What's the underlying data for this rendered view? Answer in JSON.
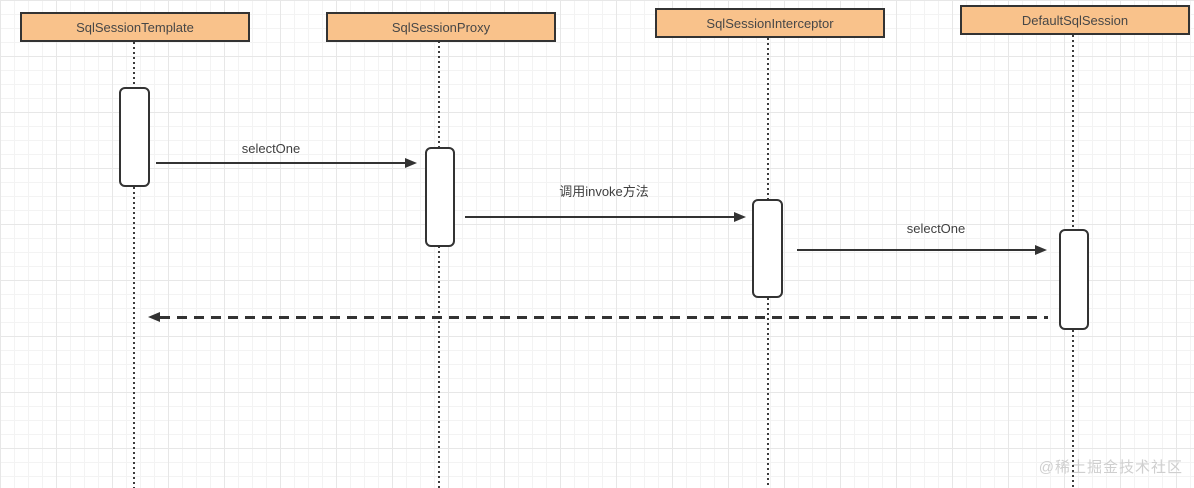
{
  "diagram": {
    "type": "sequence-diagram",
    "participants": [
      {
        "name": "SqlSessionTemplate"
      },
      {
        "name": "SqlSessionProxy"
      },
      {
        "name": "SqlSessionInterceptor"
      },
      {
        "name": "DefaultSqlSession"
      }
    ],
    "messages": [
      {
        "label": "selectOne",
        "from": "SqlSessionTemplate",
        "to": "SqlSessionProxy",
        "line": "solid",
        "direction": "right"
      },
      {
        "label": "调用invoke方法",
        "from": "SqlSessionProxy",
        "to": "SqlSessionInterceptor",
        "line": "solid",
        "direction": "right"
      },
      {
        "label": "selectOne",
        "from": "SqlSessionInterceptor",
        "to": "DefaultSqlSession",
        "line": "solid",
        "direction": "right"
      },
      {
        "label": "",
        "from": "DefaultSqlSession",
        "to": "SqlSessionTemplate",
        "line": "dashed",
        "direction": "left"
      }
    ],
    "colors": {
      "participant_fill": "#F9C28B",
      "participant_border": "#333333",
      "connector": "#333333",
      "text": "#474747",
      "grid_minor": "#F3F3F3",
      "grid_major": "#E7E7E7",
      "watermark": "#CFCFCF"
    }
  },
  "watermark": {
    "text": "@稀土掘金技术社区"
  }
}
